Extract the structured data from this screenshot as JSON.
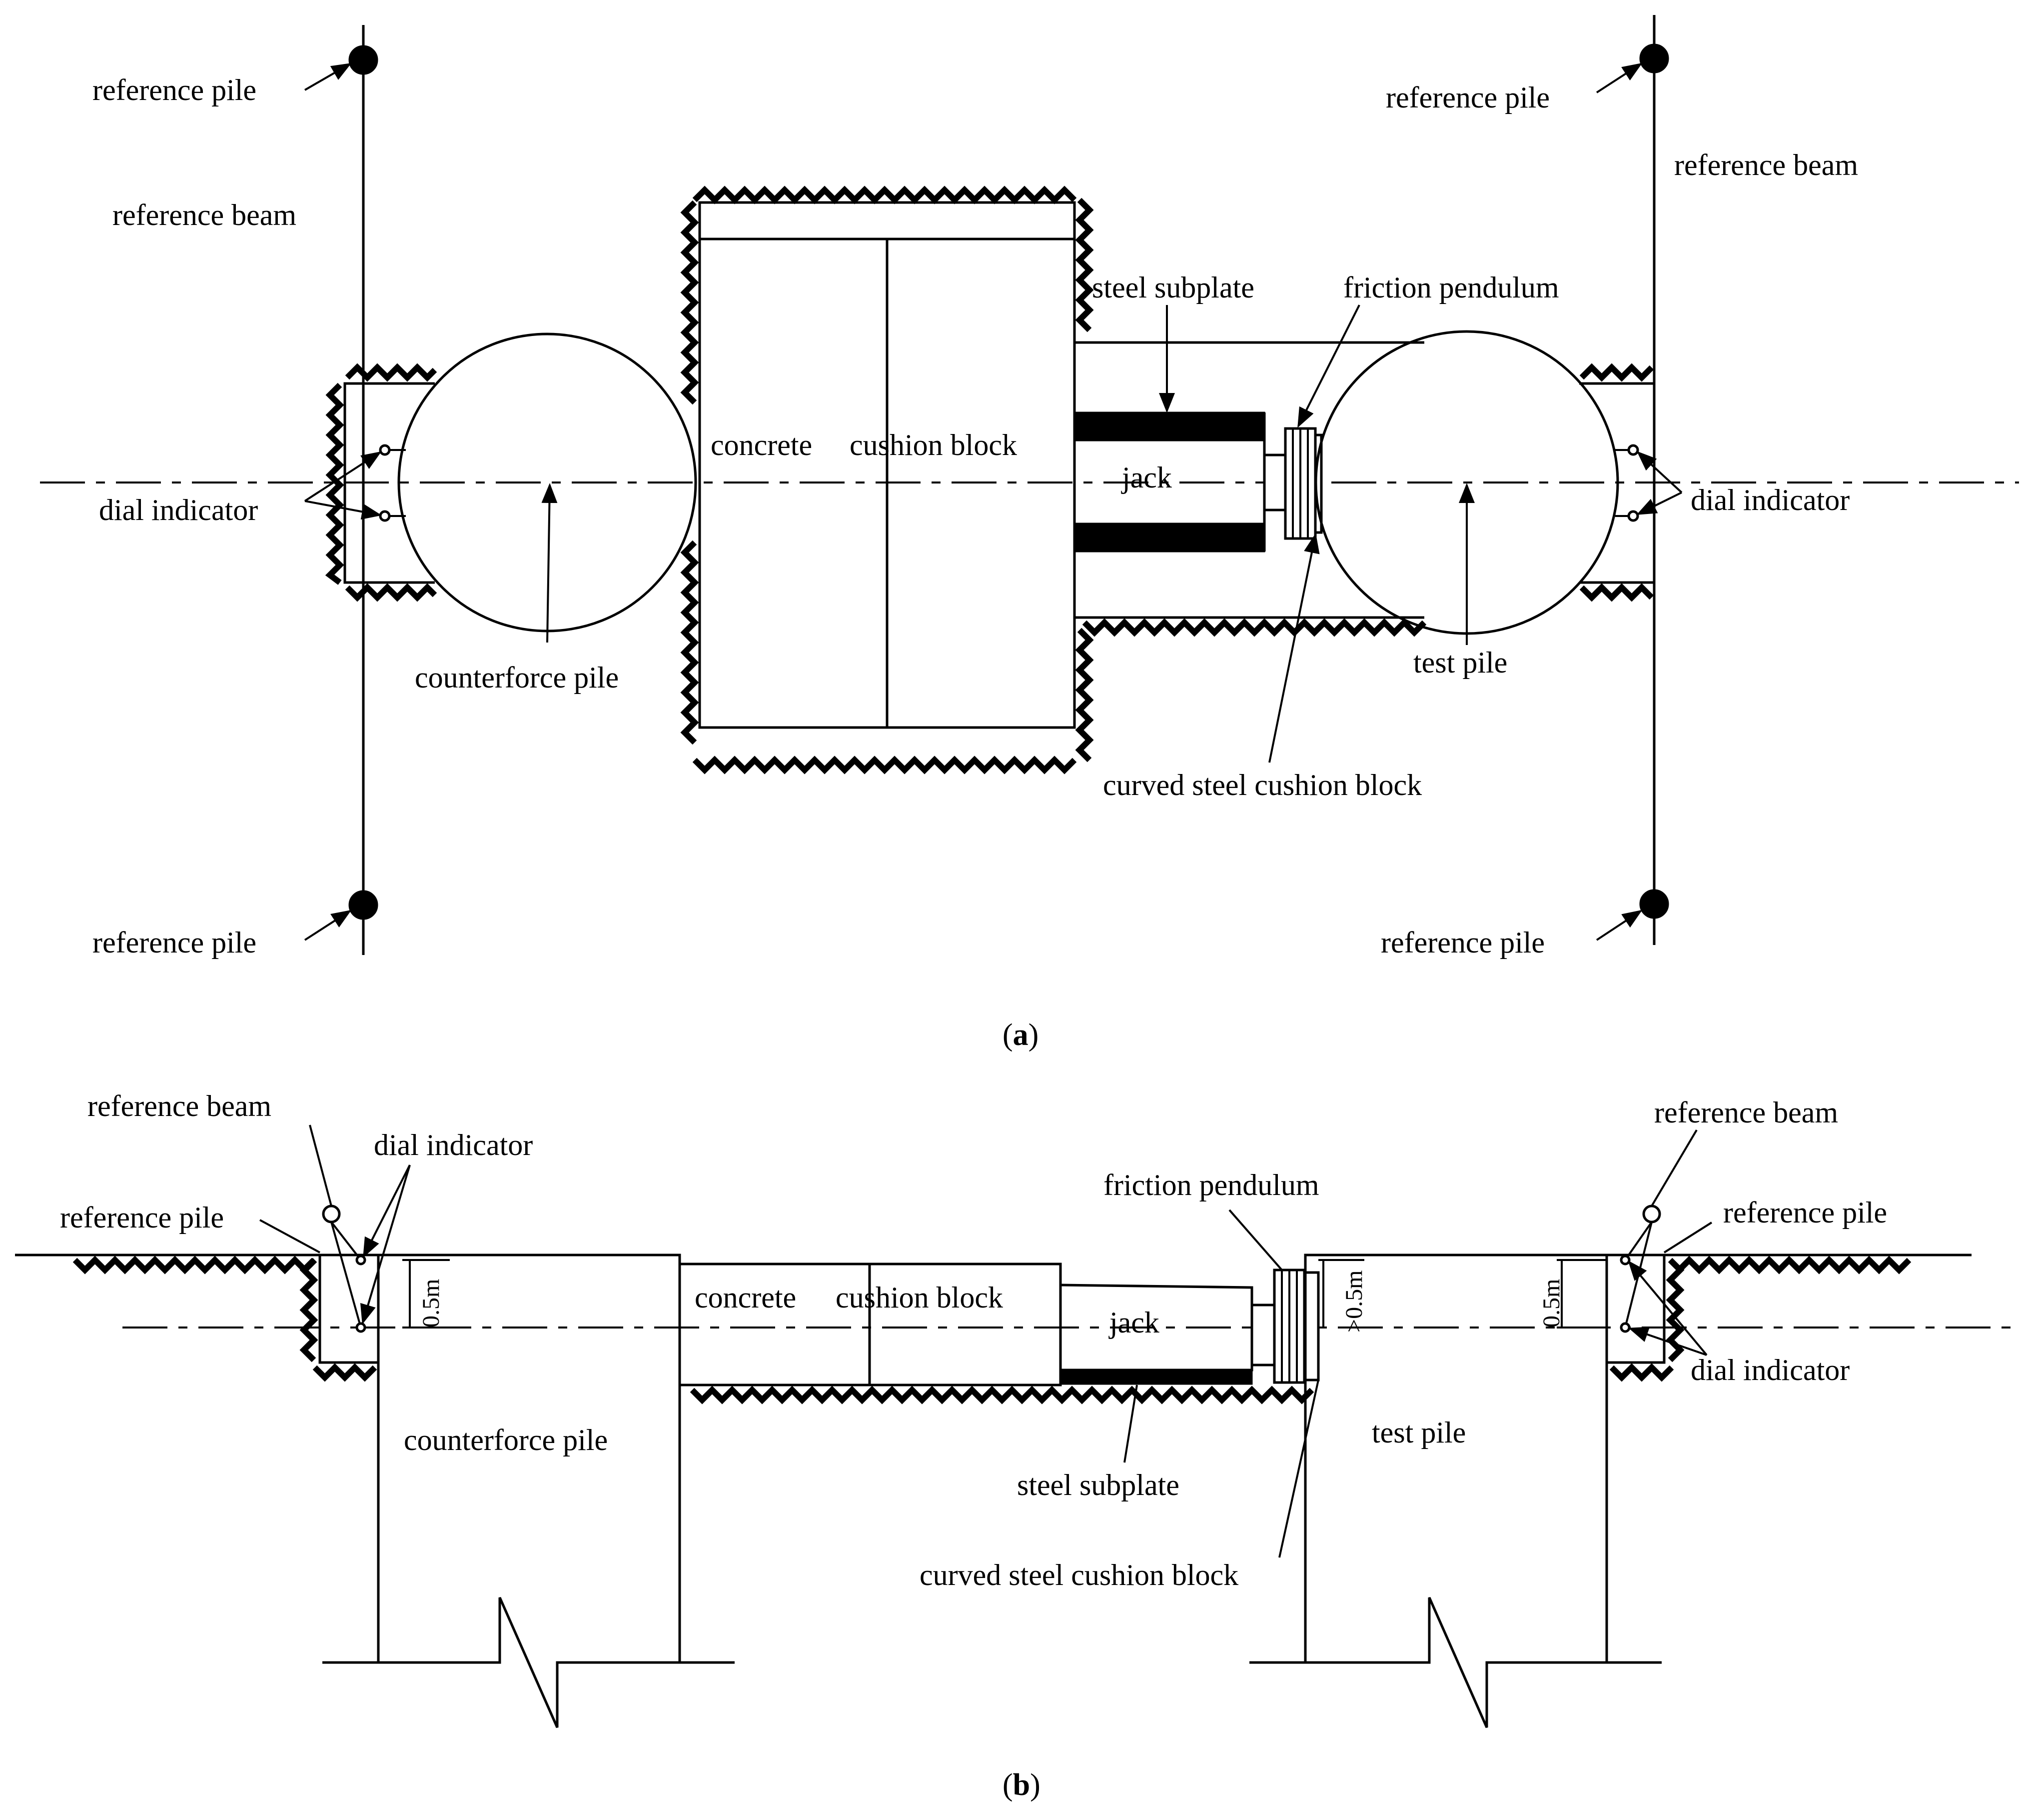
{
  "figure_a": {
    "caption_open": "(",
    "caption_letter": "a",
    "caption_close": ")",
    "labels": {
      "ref_pile_tl": "reference pile",
      "ref_pile_tr": "reference pile",
      "ref_pile_bl": "reference pile",
      "ref_pile_br": "reference pile",
      "ref_beam_left": "reference beam",
      "ref_beam_right": "reference beam",
      "dial_left": "dial indicator",
      "dial_right": "dial indicator",
      "concrete": "concrete",
      "cushion_block": "cushion block",
      "steel_subplate": "steel subplate",
      "friction_pendulum": "friction pendulum",
      "jack": "jack",
      "counterforce_pile": "counterforce pile",
      "test_pile": "test pile",
      "curved_block": "curved steel cushion block"
    }
  },
  "figure_b": {
    "caption_open": "(",
    "caption_letter": "b",
    "caption_close": ")",
    "labels": {
      "ref_beam_left": "reference beam",
      "ref_beam_right": "reference beam",
      "dial_left": "dial indicator",
      "dial_right": "dial indicator",
      "ref_pile_left": "reference pile",
      "ref_pile_right": "reference pile",
      "friction_pendulum": "friction pendulum",
      "concrete": "concrete",
      "cushion_block": "cushion block",
      "jack": "jack",
      "counterforce_pile": "counterforce pile",
      "test_pile": "test pile",
      "steel_subplate": "steel subplate",
      "curved_block": "curved steel cushion block",
      "dim_left": "0.5m",
      "dim_mid": ">0.5m",
      "dim_right": "0.5m"
    }
  }
}
